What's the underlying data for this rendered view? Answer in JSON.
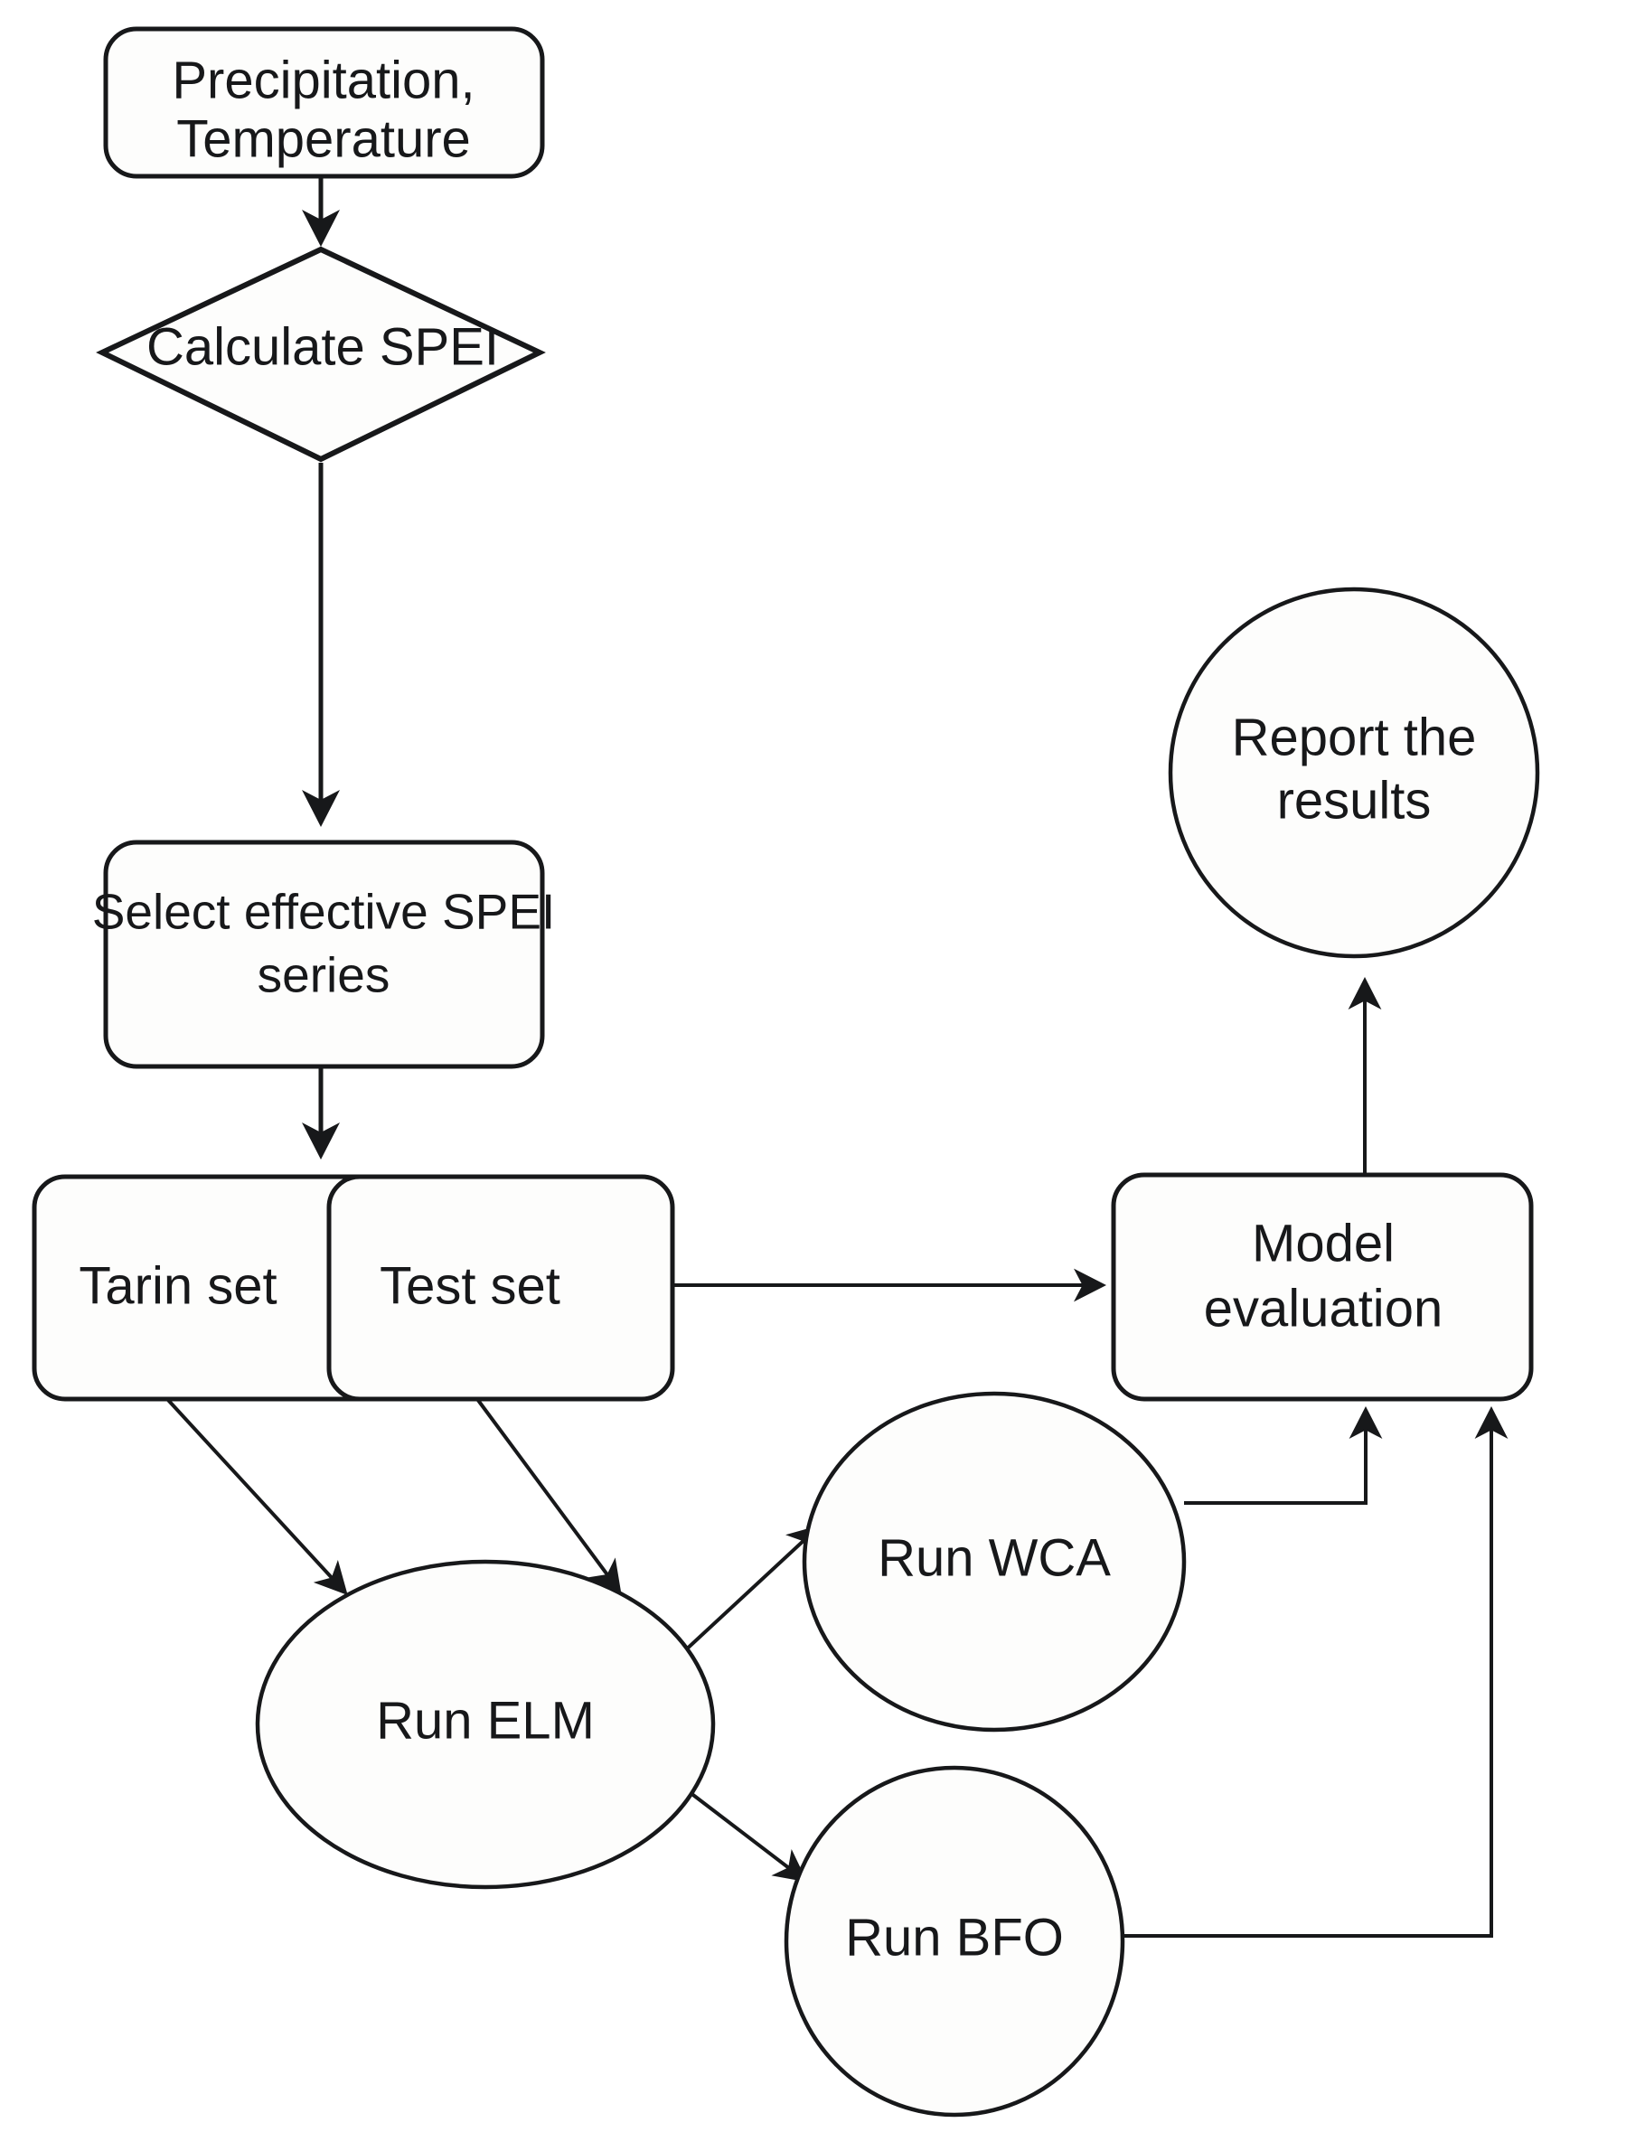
{
  "diagram": {
    "title": "SPEI drought forecasting model workflow flowchart",
    "background_color": "#ffffff",
    "stroke_color": "#17181a",
    "fill_color": "#fdfdfc",
    "nodes": {
      "input_data": {
        "shape": "rounded-rectangle",
        "line1": "Precipitation,",
        "line2": "Temperature"
      },
      "calculate_spei": {
        "shape": "diamond",
        "label": "Calculate SPEI"
      },
      "select_series": {
        "shape": "rounded-rectangle",
        "line1": "Select effective SPEI",
        "line2": "series"
      },
      "train_set": {
        "shape": "rounded-rectangle",
        "label": "Tarin set"
      },
      "test_set": {
        "shape": "rounded-rectangle",
        "label": "Test set"
      },
      "run_elm": {
        "shape": "ellipse",
        "label": "Run ELM"
      },
      "run_wca": {
        "shape": "ellipse",
        "label": "Run WCA"
      },
      "run_bfo": {
        "shape": "ellipse",
        "label": "Run BFO"
      },
      "model_evaluation": {
        "shape": "rounded-rectangle",
        "line1": "Model",
        "line2": "evaluation"
      },
      "report_results": {
        "shape": "circle",
        "line1": "Report the",
        "line2": "results"
      }
    },
    "edges": [
      {
        "from": "input_data",
        "to": "calculate_spei",
        "style": "straight-arrow"
      },
      {
        "from": "calculate_spei",
        "to": "select_series",
        "style": "straight-arrow"
      },
      {
        "from": "select_series",
        "to": "test_set",
        "style": "straight-arrow"
      },
      {
        "from": "train_set",
        "to": "run_elm",
        "style": "diagonal-arrow"
      },
      {
        "from": "test_set",
        "to": "run_elm",
        "style": "diagonal-arrow"
      },
      {
        "from": "run_elm",
        "to": "run_wca",
        "style": "diagonal-arrow"
      },
      {
        "from": "run_elm",
        "to": "run_bfo",
        "style": "diagonal-arrow"
      },
      {
        "from": "test_set",
        "to": "model_evaluation",
        "style": "straight-arrow"
      },
      {
        "from": "run_wca",
        "to": "model_evaluation",
        "style": "elbow-arrow"
      },
      {
        "from": "run_bfo",
        "to": "model_evaluation",
        "style": "elbow-arrow"
      },
      {
        "from": "model_evaluation",
        "to": "report_results",
        "style": "straight-arrow"
      }
    ]
  }
}
